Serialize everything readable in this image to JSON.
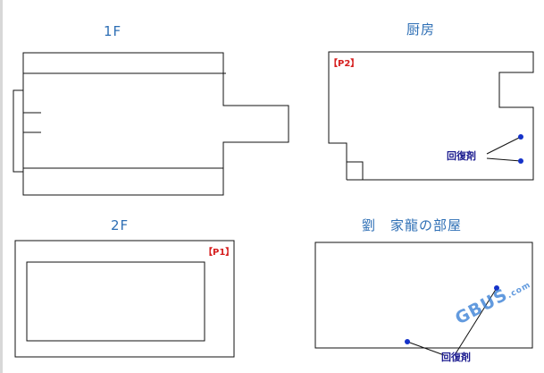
{
  "maps": {
    "first_floor": {
      "title": "1F"
    },
    "kitchen": {
      "title": "厨房",
      "point_tag": "【P2】",
      "item_label": "回復剤"
    },
    "second_floor": {
      "title": "2F",
      "point_tag": "【P1】"
    },
    "liu_room": {
      "title": "劉　家龍の部屋",
      "item_label": "回復剤"
    }
  },
  "colors": {
    "title": "#2e6fb5",
    "point_tag": "#d61f1f",
    "item_label": "#1b1b8f",
    "item_marker": "#1532c9",
    "wall": "#111111"
  },
  "watermark": {
    "text": "GBUS",
    "suffix": ".com"
  }
}
